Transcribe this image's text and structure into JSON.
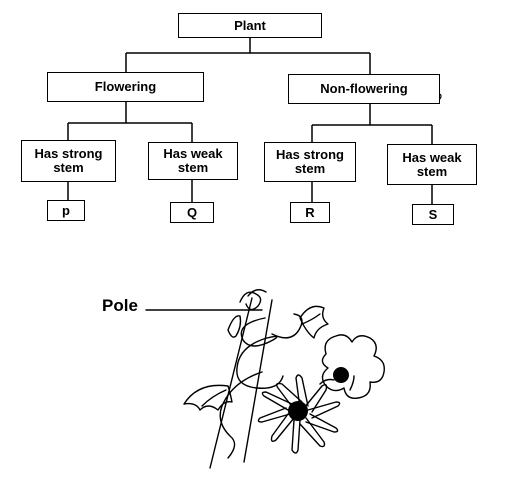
{
  "tree": {
    "root": "Plant",
    "flowering": "Flowering",
    "non_flowering": "Non-flowering",
    "strong_stem_1": "Has strong\nstem",
    "weak_stem_1": "Has weak\nstem",
    "strong_stem_2": "Has strong\nstem",
    "weak_stem_2": "Has weak\nstem",
    "leaf_p": "p",
    "leaf_q": "Q",
    "leaf_r": "R",
    "leaf_s": "S"
  },
  "figure": {
    "pole_label": "Pole"
  }
}
